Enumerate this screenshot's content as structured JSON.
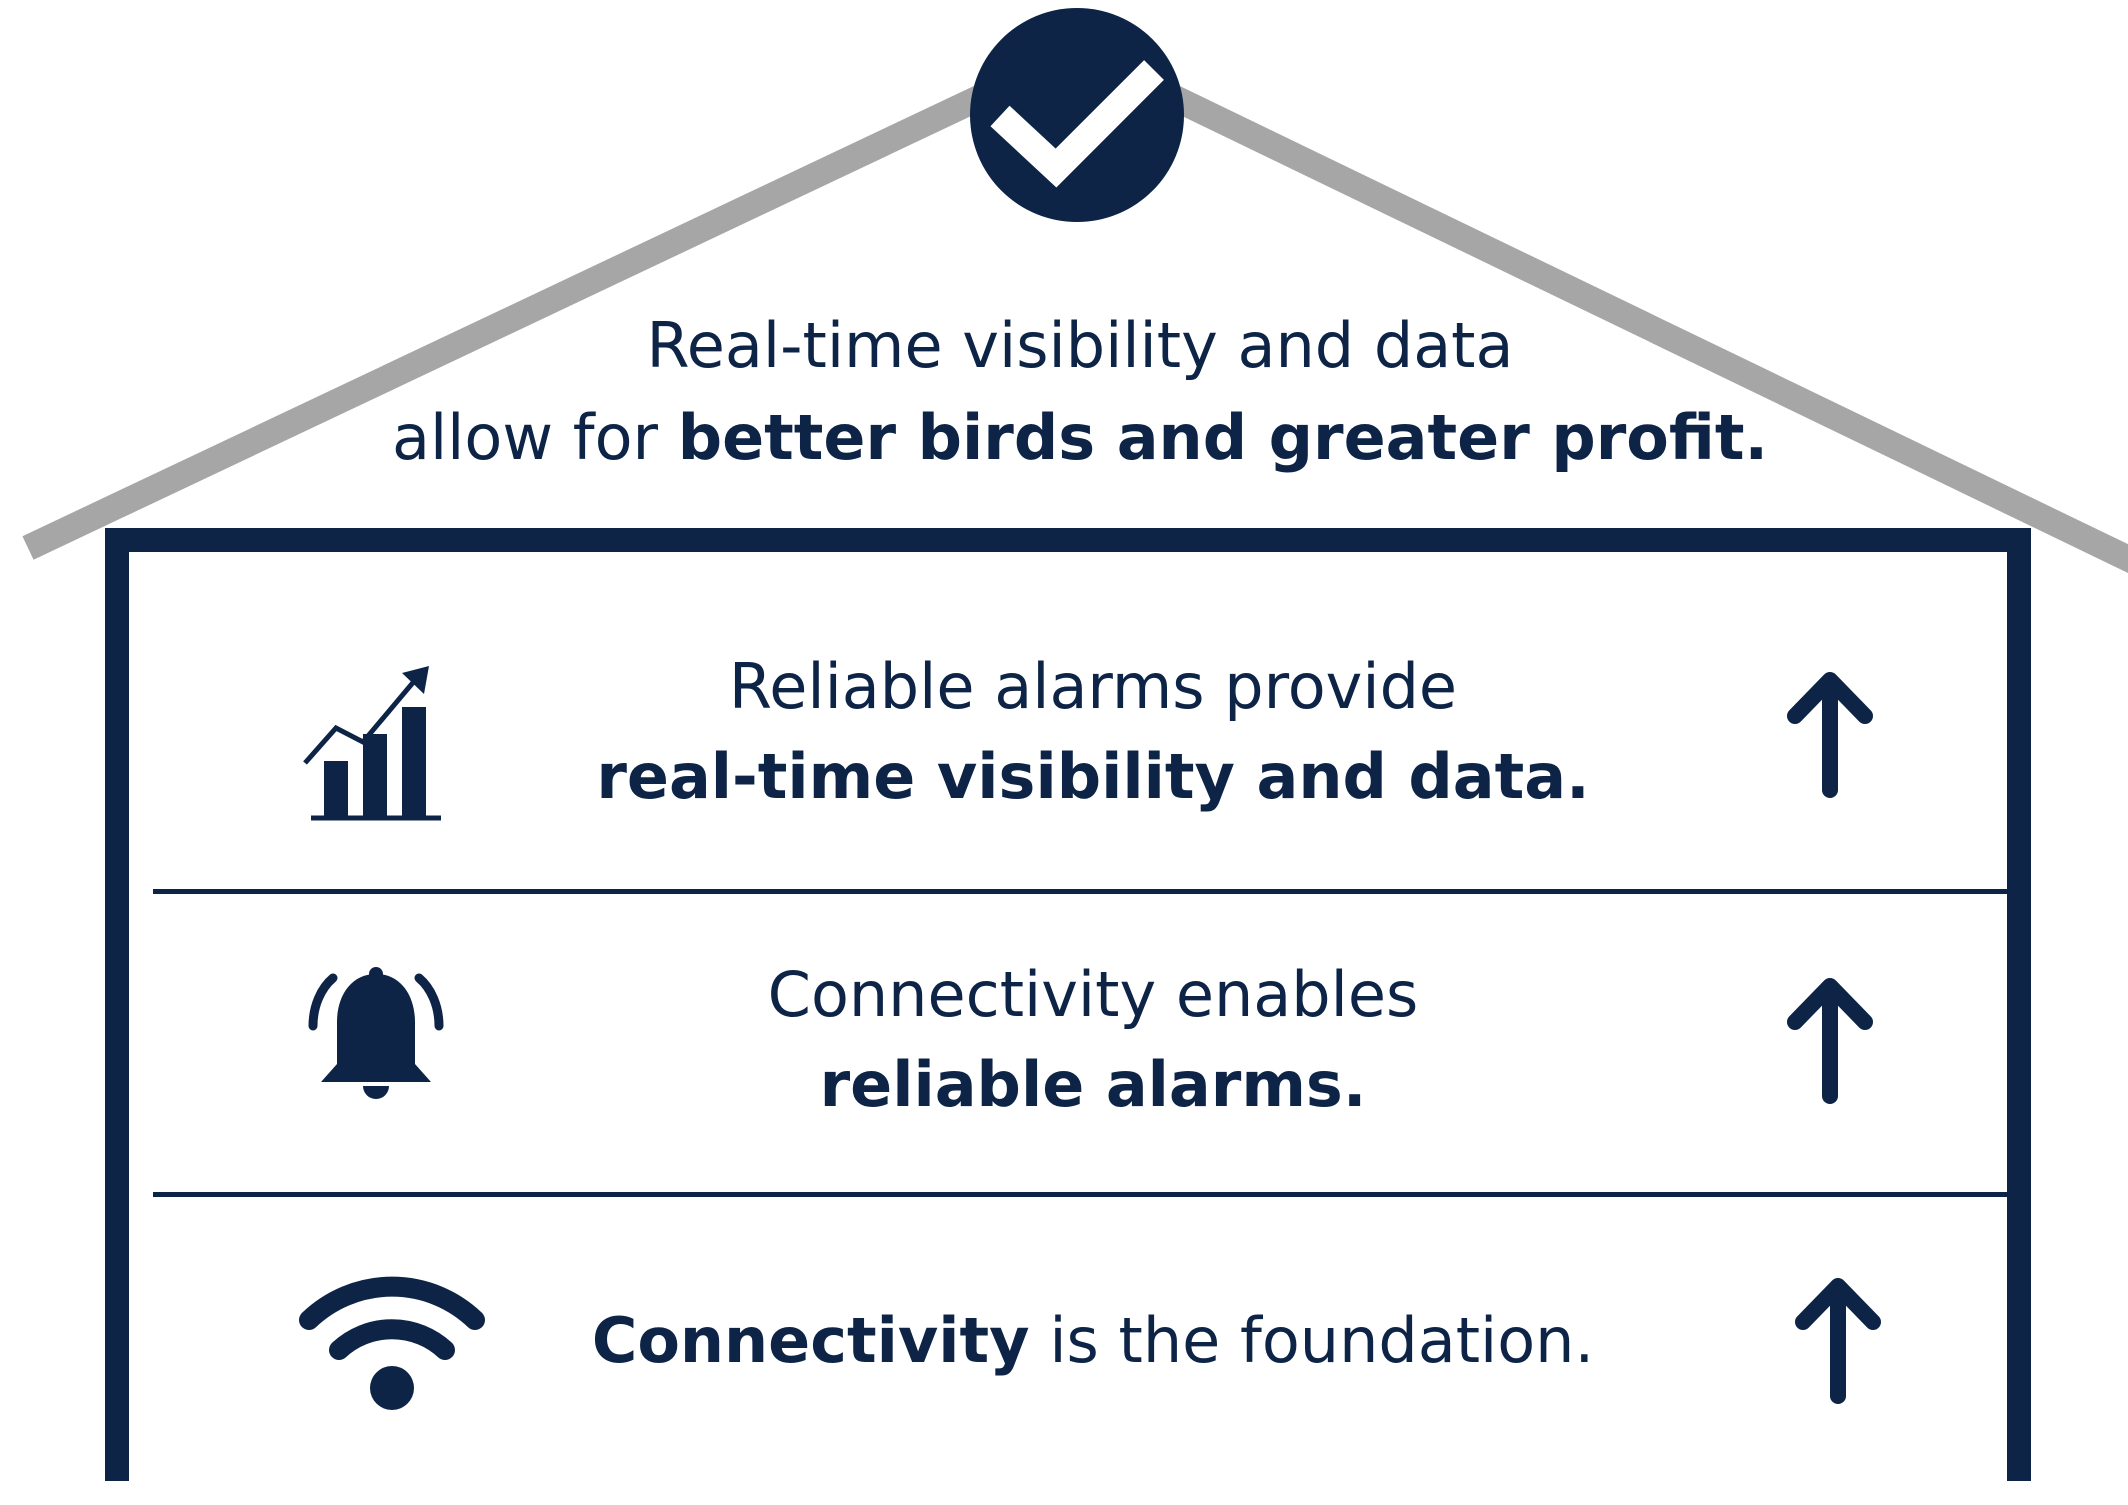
{
  "colors": {
    "navy": "#0d2447",
    "roof_gray": "#a6a6a6",
    "background": "#ffffff"
  },
  "roof": {
    "badge_icon": "checkmark-icon",
    "line1": "Real-time visibility and data",
    "line2_prefix": "allow for ",
    "line2_bold": "better birds and greater profit."
  },
  "rows": [
    {
      "icon": "growth-chart-icon",
      "line1": "Reliable alarms provide",
      "line2_bold": "real-time visibility and data.",
      "arrow_icon": "arrow-up-icon"
    },
    {
      "icon": "ringing-bell-icon",
      "line1": "Connectivity enables",
      "line2_bold": "reliable alarms.",
      "arrow_icon": "arrow-up-icon"
    },
    {
      "icon": "wifi-icon",
      "text_bold": "Connectivity",
      "text_rest": " is the foundation.",
      "arrow_icon": "arrow-up-icon"
    }
  ]
}
